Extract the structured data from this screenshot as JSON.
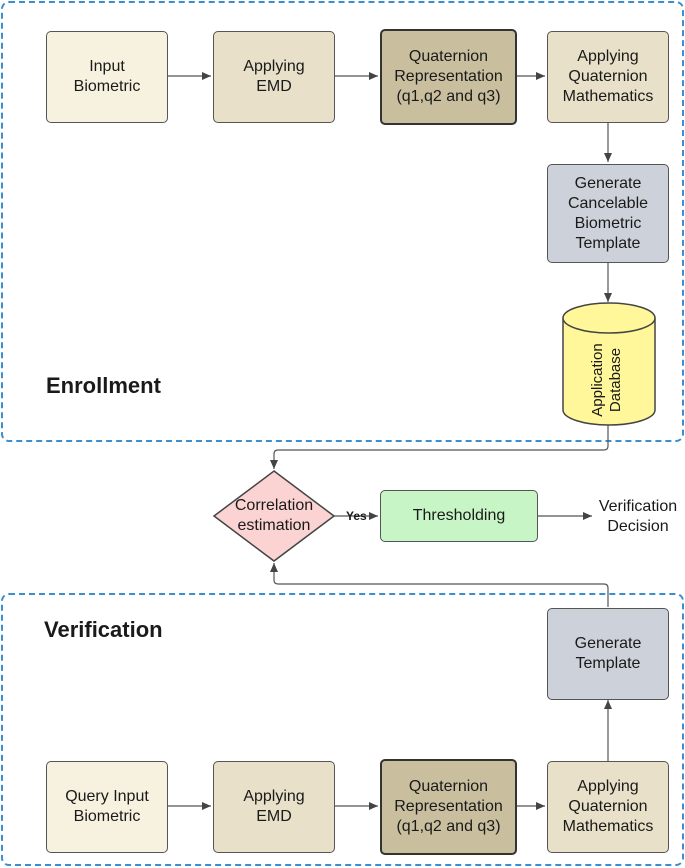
{
  "enrollment": {
    "label": "Enrollment",
    "input_biometric": "Input\nBiometric",
    "applying_emd": "Applying\nEMD",
    "quaternion_representation": "Quaternion\nRepresentation\n(q1,q2 and q3)",
    "applying_quaternion_math": "Applying\nQuaternion\nMathematics",
    "generate_cancelable_template": "Generate\nCancelable\nBiometric\nTemplate",
    "application_database": "Application\nDatabase"
  },
  "middle": {
    "correlation": "Correlation\nestimation",
    "yes": "Yes",
    "thresholding": "Thresholding",
    "verification_decision": "Verification\nDecision"
  },
  "verification": {
    "label": "Verification",
    "query_input": "Query Input\nBiometric",
    "applying_emd": "Applying\nEMD",
    "quaternion_representation": "Quaternion\nRepresentation\n(q1,q2 and q3)",
    "applying_quaternion_math": "Applying\nQuaternion\nMathematics",
    "generate_template": "Generate\nTemplate"
  },
  "colors": {
    "region_border": "#3b8fd0",
    "database_fill": "#fff799",
    "diamond_fill": "#fbd3d3"
  }
}
